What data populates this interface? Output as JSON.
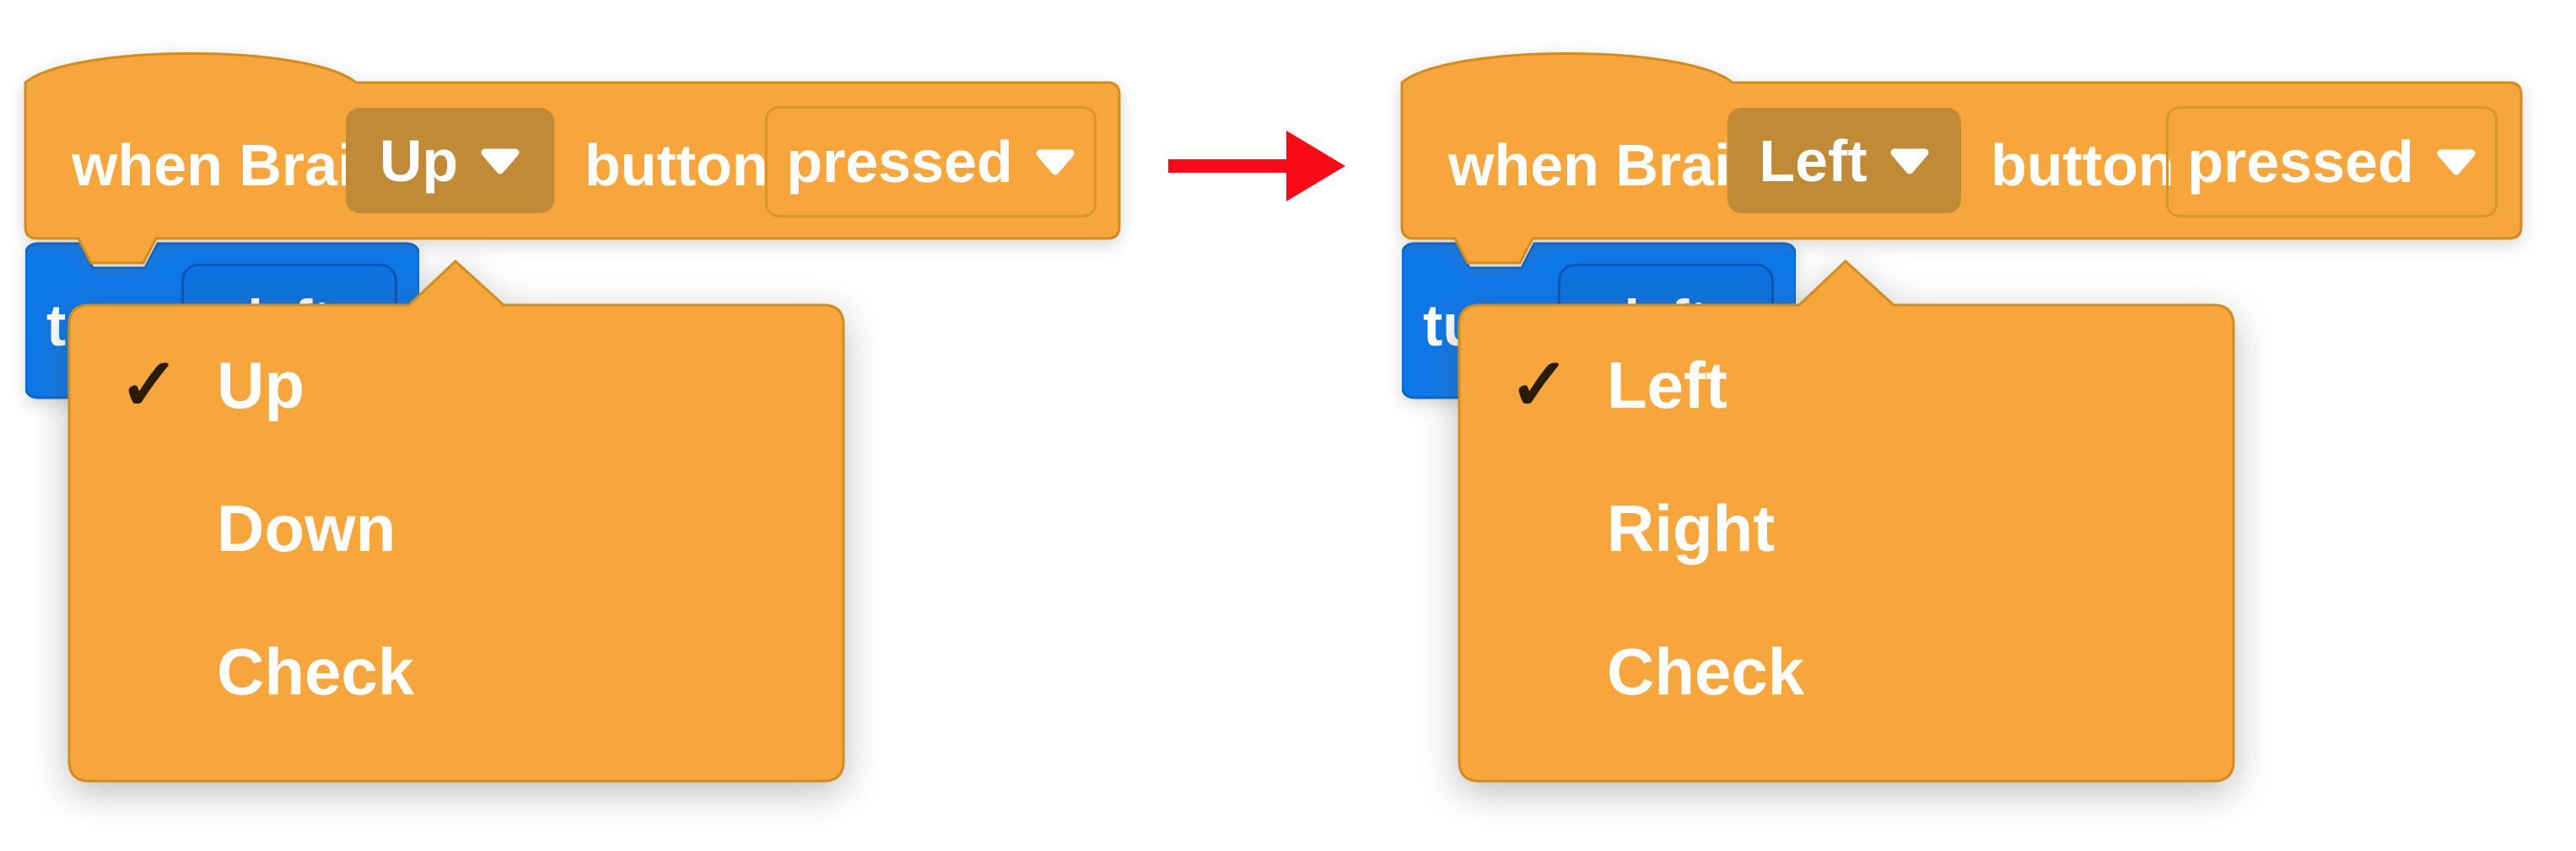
{
  "colors": {
    "orange": "#F6A63C",
    "orange-border": "#D28C1E",
    "field-dark": "#C18A36",
    "field-border": "#DA9527",
    "blue": "#0E77E8",
    "blue-border": "#0C63C9",
    "oval-fill": "#0D72DF",
    "oval-border": "#0A55B4",
    "red": "#F80B17",
    "check-color": "#2A1C06",
    "text": "#FFFFFF"
  },
  "glyphs": {
    "check": "✓"
  },
  "left_script": {
    "hat_block": {
      "when_label": "when Brain",
      "button_value": "Up",
      "button_word": "button",
      "state_value": "pressed"
    },
    "turn_block": {
      "label": "turn",
      "value": "left"
    },
    "menu": {
      "items": [
        {
          "label": "Up",
          "checked": true
        },
        {
          "label": "Down",
          "checked": false
        },
        {
          "label": "Check",
          "checked": false
        }
      ]
    }
  },
  "right_script": {
    "hat_block": {
      "when_label": "when Brain",
      "button_value": "Left",
      "button_word": "button",
      "state_value": "pressed"
    },
    "turn_block": {
      "label": "turn",
      "value": "left"
    },
    "menu": {
      "items": [
        {
          "label": "Left",
          "checked": true
        },
        {
          "label": "Right",
          "checked": false
        },
        {
          "label": "Check",
          "checked": false
        }
      ]
    }
  },
  "arrow": {
    "direction": "right"
  }
}
